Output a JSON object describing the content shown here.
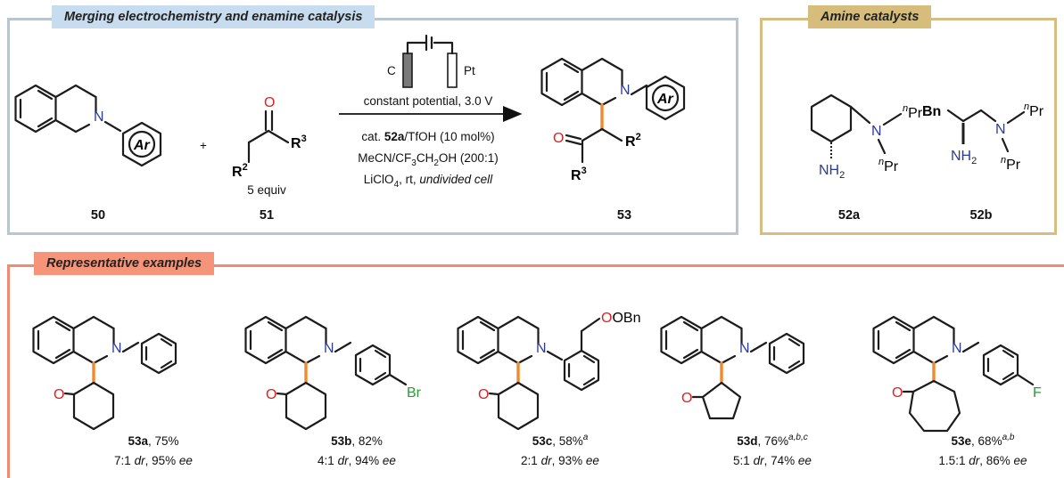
{
  "sections": {
    "top_title": "Merging electrochemistry and enamine catalysis",
    "amine_title": "Amine catalysts",
    "examples_title": "Representative examples"
  },
  "scheme": {
    "substrate_label": "50",
    "plus": "+",
    "ketone_label": "51",
    "ketone_equiv": "5 equiv",
    "product_label": "53",
    "electrode_left": "C",
    "electrode_right": "Pt",
    "cond_line1": "constant potential, 3.0 V",
    "cond_line2_pre": "cat. ",
    "cond_line2_bold": "52a",
    "cond_line2_post": "/TfOH (10 mol%)",
    "cond_line3": "MeCN/CF3CH2OH (200:1)",
    "cond_line4_pre": "LiClO4, rt, ",
    "cond_line4_italic": "undivided cell",
    "ar": "Ar",
    "r2": "R2",
    "r3": "R3"
  },
  "catalysts": [
    {
      "label": "52a"
    },
    {
      "label": "52b",
      "bn": "Bn"
    }
  ],
  "examples": [
    {
      "id": "53a",
      "yield": ", 75%",
      "notes": "",
      "dr": "7:1",
      "ee": "95%"
    },
    {
      "id": "53b",
      "yield": ", 82%",
      "notes": "",
      "dr": "4:1",
      "ee": "94%",
      "sub": "Br"
    },
    {
      "id": "53c",
      "yield": ", 58%",
      "notes": "a",
      "dr": "2:1",
      "ee": "93%",
      "sub": "OBn"
    },
    {
      "id": "53d",
      "yield": ", 76%",
      "notes": "a,b,c",
      "dr": "5:1",
      "ee": "74%"
    },
    {
      "id": "53e",
      "yield": ", 68%",
      "notes": "a,b",
      "dr": "1.5:1",
      "ee": "86%",
      "sub": "F"
    }
  ],
  "words": {
    "dr": "dr",
    "ee": "ee"
  },
  "colors": {
    "orange_bond": "#f08a2c",
    "oxygen": "#e02020",
    "nitrogen": "#2a3a9a",
    "bromine": "#2e9a3a",
    "fluorine": "#2e9a3a"
  }
}
